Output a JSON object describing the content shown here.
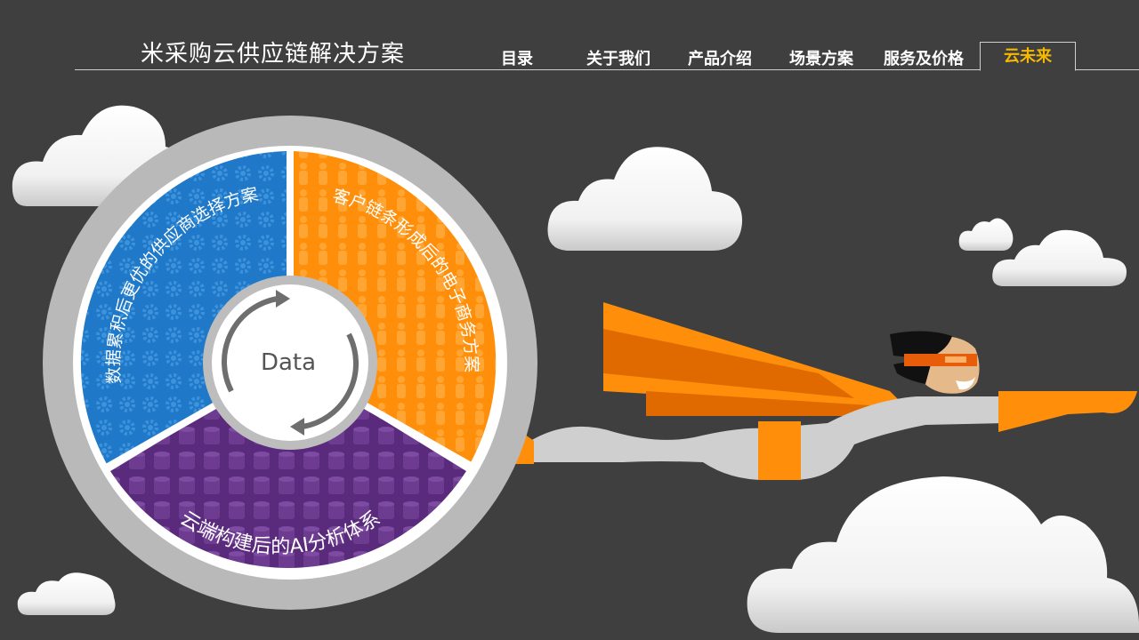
{
  "header": {
    "title": "米采购云供应链解决方案"
  },
  "nav": {
    "items": [
      {
        "label": "目录"
      },
      {
        "label": "关于我们"
      },
      {
        "label": "产品介绍"
      },
      {
        "label": "场景方案"
      },
      {
        "label": "服务及价格"
      },
      {
        "label": "云未来"
      }
    ],
    "active_index": 5
  },
  "diagram": {
    "center": "Data",
    "segments": [
      {
        "label": "数据累积后更优的供应商选择方案",
        "color": "#1f78c8"
      },
      {
        "label": "客户链条形成后的电子商务方案",
        "color": "#ff8f0a"
      },
      {
        "label": "云端构建后的AI分析体系",
        "color": "#5a2a7c"
      }
    ]
  },
  "colors": {
    "background": "#3f3f3f",
    "accent": "#f6b800",
    "orange": "#ff8f0a",
    "ring": "#b9b9b9"
  }
}
